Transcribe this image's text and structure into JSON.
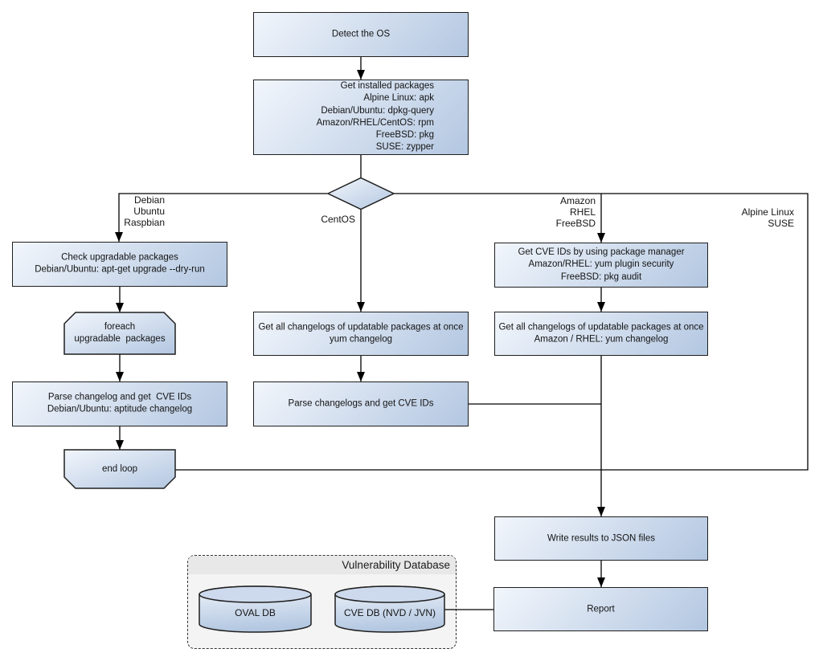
{
  "nodes": {
    "detect_os": "Detect the OS",
    "get_installed_packages": "Get installed packages\nAlpine Linux: apk\nDebian/Ubuntu: dpkg-query\nAmazon/RHEL/CentOS: rpm\nFreeBSD: pkg\nSUSE: zypper",
    "check_upgradable": "Check upgradable packages\nDebian/Ubuntu: apt-get upgrade --dry-run",
    "foreach_loop": "foreach\nupgradable  packages",
    "parse_changelog_deb": "Parse changelog and get  CVE IDs\nDebian/Ubuntu: aptitude changelog",
    "end_loop": "end loop",
    "get_changelogs_centos": "Get all changelogs of updatable packages at once\nyum changelog",
    "parse_changelogs_centos": "Parse changelogs and get CVE IDs",
    "get_cve_ids_pkg_mgr": "Get CVE IDs by using package manager\nAmazon/RHEL: yum plugin security\nFreeBSD: pkg audit",
    "get_changelogs_amazon": "Get all changelogs of updatable packages at once\nAmazon / RHEL: yum changelog",
    "write_json": "Write results to JSON files",
    "report": "Report"
  },
  "branch_labels": {
    "debian": "Debian\nUbuntu\nRaspbian",
    "centos": "CentOS",
    "amazon": "Amazon\nRHEL\nFreeBSD",
    "alpine": "Alpine Linux\nSUSE"
  },
  "database": {
    "title": "Vulnerability Database",
    "oval_db": "OVAL DB",
    "cve_db": "CVE DB (NVD / JVN)"
  },
  "colors": {
    "node_gradient_start": "#f2f6fc",
    "node_gradient_end": "#b3c7e1",
    "node_border": "#1f1f1f",
    "connector": "#000000",
    "container_bg": "#f4f4f4",
    "container_header_bg": "#e8e8e8",
    "cylinder_rim": "#cdd9ec",
    "text": "#141414"
  }
}
